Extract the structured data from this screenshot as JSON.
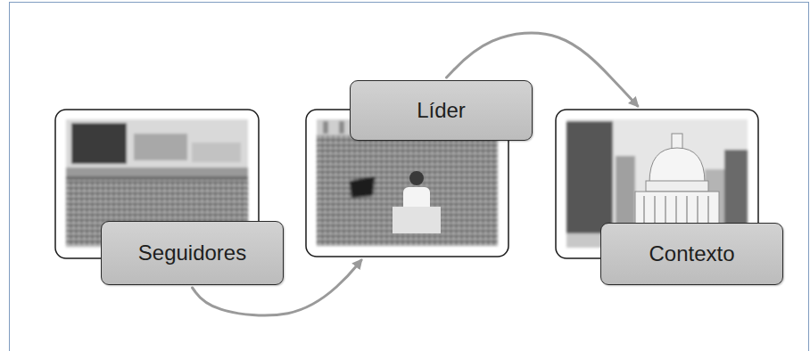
{
  "diagram": {
    "nodes": [
      {
        "text": [
          "Seguidores"
        ]
      },
      {
        "text": [
          "Líder"
        ]
      },
      {
        "text": [
          "Contexto"
        ]
      }
    ],
    "edges": [
      {
        "from": 0,
        "to": 1,
        "arrow": "to"
      },
      {
        "from": 1,
        "to": 2,
        "arrow": "to"
      }
    ]
  }
}
